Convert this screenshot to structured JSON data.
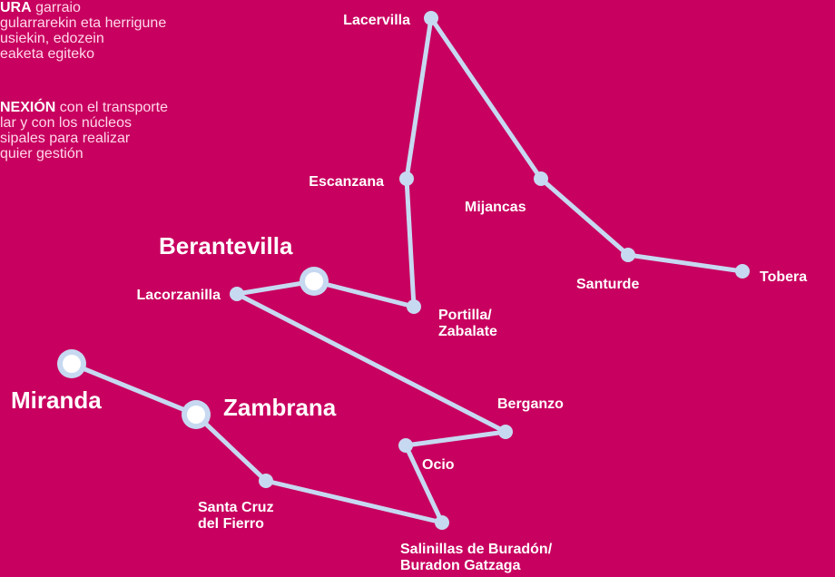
{
  "colors": {
    "background": "#c8005f",
    "route": "#c7d9f1",
    "text": "#ffffff"
  },
  "intro": {
    "p1_bold": "URA",
    "p1_lines": [
      " garraio",
      "gularrarekin eta herrigune",
      "usiekin, edozein",
      "eaketa egiteko"
    ],
    "p2_bold": "NEXIÓN",
    "p2_lines": [
      " con el transporte",
      "lar y con los núcleos",
      "sipales para realizar",
      "quier gestión"
    ]
  },
  "map": {
    "stops": [
      {
        "name": "Lacervilla",
        "lines": [
          "Lacervilla"
        ],
        "size": "small"
      },
      {
        "name": "Escanzana",
        "lines": [
          "Escanzana"
        ],
        "size": "small"
      },
      {
        "name": "Mijancas",
        "lines": [
          "Mijancas"
        ],
        "size": "small"
      },
      {
        "name": "Santurde",
        "lines": [
          "Santurde"
        ],
        "size": "small"
      },
      {
        "name": "Tobera",
        "lines": [
          "Tobera"
        ],
        "size": "small"
      },
      {
        "name": "Berantevilla",
        "lines": [
          "Berantevilla"
        ],
        "size": "large"
      },
      {
        "name": "Lacorzanilla",
        "lines": [
          "Lacorzanilla"
        ],
        "size": "small"
      },
      {
        "name": "Portilla/ Zabalate",
        "lines": [
          "Portilla/",
          "Zabalate"
        ],
        "size": "small"
      },
      {
        "name": "Miranda",
        "lines": [
          "Miranda"
        ],
        "size": "large"
      },
      {
        "name": "Zambrana",
        "lines": [
          "Zambrana"
        ],
        "size": "large"
      },
      {
        "name": "Berganzo",
        "lines": [
          "Berganzo"
        ],
        "size": "small"
      },
      {
        "name": "Ocio",
        "lines": [
          "Ocio"
        ],
        "size": "small"
      },
      {
        "name": "Santa Cruz del Fierro",
        "lines": [
          "Santa Cruz",
          "del Fierro"
        ],
        "size": "small"
      },
      {
        "name": "Salinillas de Buradón/ Buradon Gatzaga",
        "lines": [
          "Salinillas de Buradón/",
          "Buradon Gatzaga"
        ],
        "size": "small"
      }
    ]
  }
}
